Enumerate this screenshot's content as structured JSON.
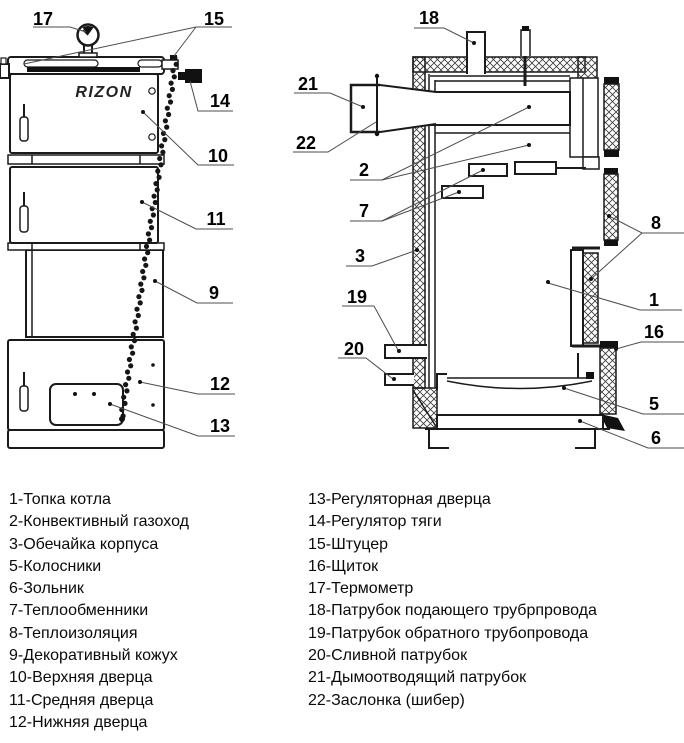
{
  "colors": {
    "line": "#1a1a1a",
    "leader": "#4d4d4d",
    "label_text": "#000000",
    "logo_text": "#222222",
    "background": "#ffffff"
  },
  "drawing": {
    "brand_logo": "RIZON",
    "callouts": {
      "c1": "1",
      "c2": "2",
      "c3": "3",
      "c5": "5",
      "c6": "6",
      "c7": "7",
      "c8": "8",
      "c9": "9",
      "c10": "10",
      "c11": "11",
      "c12": "12",
      "c13": "13",
      "c14": "14",
      "c15": "15",
      "c16": "16",
      "c17": "17",
      "c18": "18",
      "c19": "19",
      "c20": "20",
      "c21": "21",
      "c22": "22"
    }
  },
  "legend": {
    "left_column": [
      "1-Топка котла",
      "2-Конвективный газоход",
      "3-Обечайка корпуса",
      "5-Колосники",
      "6-Зольник",
      "7-Теплообменники",
      "8-Теплоизоляция",
      "9-Декоративный кожух",
      "10-Верхняя дверца",
      "11-Средняя дверца",
      "12-Нижняя дверца"
    ],
    "right_column": [
      "13-Регуляторная дверца",
      "14-Регулятор тяги",
      "15-Штуцер",
      "16-Щиток",
      "17-Термометр",
      "18-Патрубок подающего трубрпровода",
      "19-Патрубок обратного трубопровода",
      "20-Сливной патрубок",
      "21-Дымоотводящий патрубок",
      "22-Заслонка (шибер)"
    ]
  }
}
